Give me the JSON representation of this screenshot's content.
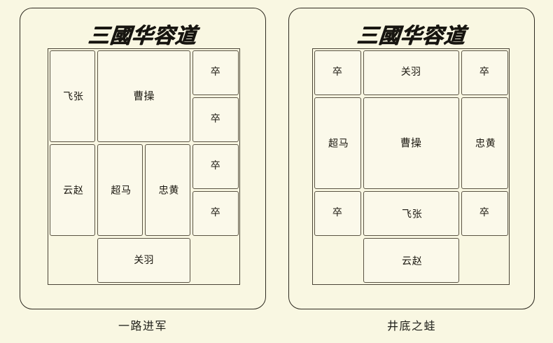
{
  "page": {
    "background_color": "#F9F7E2",
    "tile_color": "#FBF9EA",
    "tile_border_color": "#5a5343",
    "card_border_color": "#2e2a20",
    "text_color": "#1b1810"
  },
  "boards": [
    {
      "id": "left",
      "title": "三國华容道",
      "caption": "一路进军",
      "grid": {
        "cols": 4,
        "rows": 5
      },
      "tiles": [
        {
          "name": "zhangfei",
          "label": "张\n飞",
          "col": 0,
          "row": 0,
          "w": 1,
          "h": 2,
          "orient": "vertical",
          "kind": "general"
        },
        {
          "name": "caocao",
          "label": "曹操",
          "col": 1,
          "row": 0,
          "w": 2,
          "h": 2,
          "orient": "horizontal",
          "kind": "boss"
        },
        {
          "name": "zu-1",
          "label": "卒",
          "col": 3,
          "row": 0,
          "w": 1,
          "h": 1,
          "orient": "horizontal",
          "kind": "soldier"
        },
        {
          "name": "zu-2",
          "label": "卒",
          "col": 3,
          "row": 1,
          "w": 1,
          "h": 1,
          "orient": "horizontal",
          "kind": "soldier"
        },
        {
          "name": "zhaoyun",
          "label": "赵\n云",
          "col": 0,
          "row": 2,
          "w": 1,
          "h": 2,
          "orient": "vertical",
          "kind": "general"
        },
        {
          "name": "machao",
          "label": "马\n超",
          "col": 1,
          "row": 2,
          "w": 1,
          "h": 2,
          "orient": "vertical",
          "kind": "general"
        },
        {
          "name": "huangzhong",
          "label": "黄\n忠",
          "col": 2,
          "row": 2,
          "w": 1,
          "h": 2,
          "orient": "vertical",
          "kind": "general"
        },
        {
          "name": "zu-3",
          "label": "卒",
          "col": 3,
          "row": 2,
          "w": 1,
          "h": 1,
          "orient": "horizontal",
          "kind": "soldier"
        },
        {
          "name": "zu-4",
          "label": "卒",
          "col": 3,
          "row": 3,
          "w": 1,
          "h": 1,
          "orient": "horizontal",
          "kind": "soldier"
        },
        {
          "name": "guanyu",
          "label": "关羽",
          "col": 1,
          "row": 4,
          "w": 2,
          "h": 1,
          "orient": "horizontal",
          "kind": "general"
        }
      ]
    },
    {
      "id": "right",
      "title": "三國华容道",
      "caption": "井底之蛙",
      "grid": {
        "cols": 4,
        "rows": 5
      },
      "tiles": [
        {
          "name": "zu-1",
          "label": "卒",
          "col": 0,
          "row": 0,
          "w": 1,
          "h": 1,
          "orient": "horizontal",
          "kind": "soldier"
        },
        {
          "name": "guanyu",
          "label": "关羽",
          "col": 1,
          "row": 0,
          "w": 2,
          "h": 1,
          "orient": "horizontal",
          "kind": "general"
        },
        {
          "name": "zu-2",
          "label": "卒",
          "col": 3,
          "row": 0,
          "w": 1,
          "h": 1,
          "orient": "horizontal",
          "kind": "soldier"
        },
        {
          "name": "machao",
          "label": "马\n超",
          "col": 0,
          "row": 1,
          "w": 1,
          "h": 2,
          "orient": "vertical",
          "kind": "general"
        },
        {
          "name": "caocao",
          "label": "曹操",
          "col": 1,
          "row": 1,
          "w": 2,
          "h": 2,
          "orient": "horizontal",
          "kind": "boss"
        },
        {
          "name": "huangzhong",
          "label": "黄\n忠",
          "col": 3,
          "row": 1,
          "w": 1,
          "h": 2,
          "orient": "vertical",
          "kind": "general"
        },
        {
          "name": "zu-3",
          "label": "卒",
          "col": 0,
          "row": 3,
          "w": 1,
          "h": 1,
          "orient": "horizontal",
          "kind": "soldier"
        },
        {
          "name": "zhangfei",
          "label": "张\n飞",
          "col": 1,
          "row": 3,
          "w": 2,
          "h": 1,
          "orient": "vertical",
          "kind": "general"
        },
        {
          "name": "zu-4",
          "label": "卒",
          "col": 3,
          "row": 3,
          "w": 1,
          "h": 1,
          "orient": "horizontal",
          "kind": "soldier"
        },
        {
          "name": "zhaoyun",
          "label": "赵\n云",
          "col": 1,
          "row": 4,
          "w": 2,
          "h": 1,
          "orient": "vertical",
          "kind": "general"
        }
      ]
    }
  ]
}
